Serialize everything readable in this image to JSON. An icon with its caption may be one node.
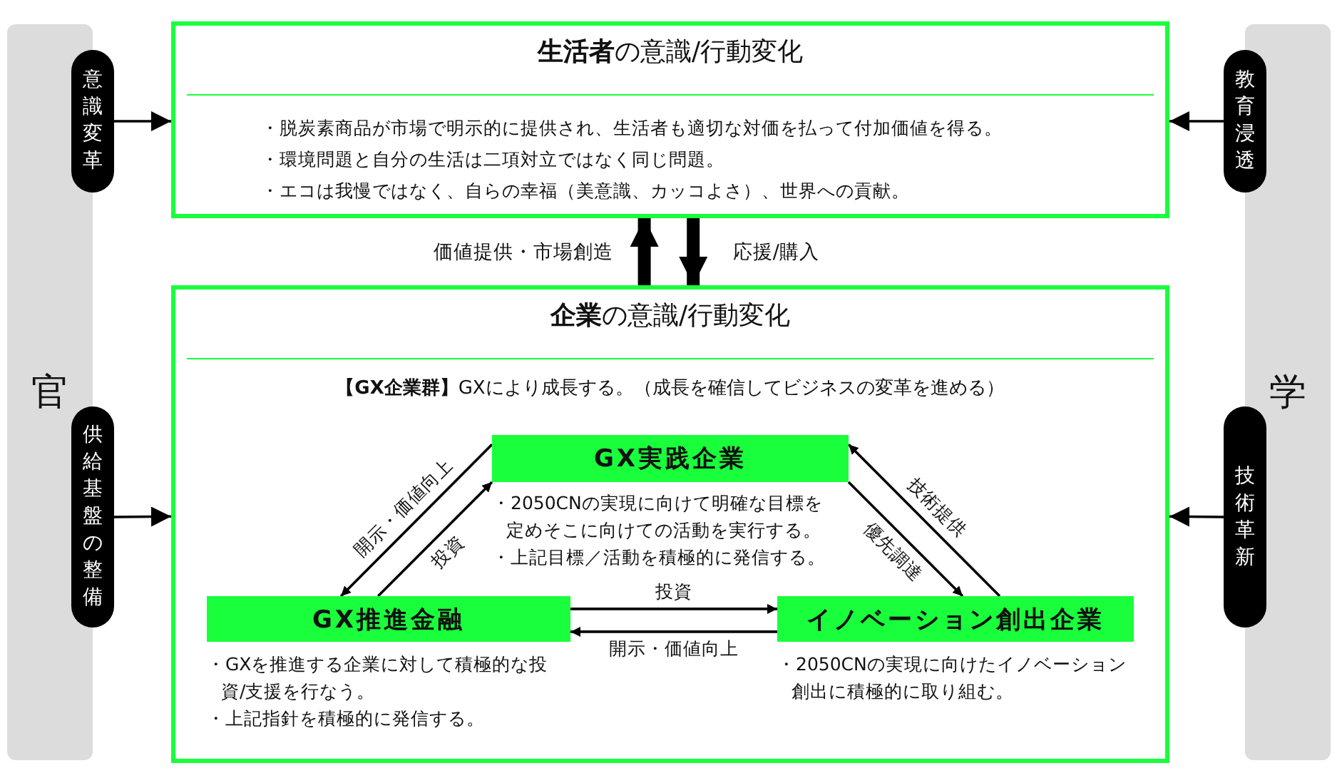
{
  "diagram": {
    "nodes": [
      {
        "text": [
          "官"
        ]
      },
      {
        "text": [
          "意識変革"
        ]
      },
      {
        "text": [
          "供給基盤の整備"
        ]
      },
      {
        "text": [
          "学"
        ]
      },
      {
        "text": [
          "教育浸透"
        ]
      },
      {
        "text": [
          "技術革新"
        ]
      },
      {
        "text": [
          "**生活者**の意識/行動変化",
          "・脱炭素商品が市場で明示的に提供され、生活者も適切な対価を払って付加価値を得る。",
          "・環境問題と自分の生活は二項対立ではなく同じ問題。",
          "・エコは我慢ではなく、自らの幸福（美意識、カッコよさ）、世界への貢献。"
        ]
      },
      {
        "text": [
          "**企業**の意識/行動変化",
          "**【GX企業群】**GXにより成長する。（成長を確信してビジネスの変革を進める）"
        ]
      },
      {
        "text": [
          "GX実践企業"
        ],
        "in": 7,
        "beside": [
          "・2050CNの実現に向けて明確な目標を定めそこに向けての活動を実行する。",
          "・上記目標／活動を積極的に発信する。"
        ]
      },
      {
        "text": [
          "GX推進金融"
        ],
        "in": 7,
        "beside": [
          "・GXを推進する企業に対して積極的な投資/支援を行なう。",
          "・上記指針を積極的に発信する。"
        ]
      },
      {
        "text": [
          "イノベーション創出企業"
        ],
        "in": 7,
        "beside": [
          "・2050CNの実現に向けたイノベーション創出に積極的に取り組む。"
        ]
      }
    ],
    "edges": [
      {
        "from": 1,
        "to": 6,
        "arrow": "to"
      },
      {
        "from": 2,
        "to": 7,
        "arrow": "to"
      },
      {
        "from": 4,
        "to": 6,
        "arrow": "to"
      },
      {
        "from": 5,
        "to": 7,
        "arrow": "to"
      },
      {
        "from": 7,
        "to": 6,
        "arrow": "to",
        "label": "価値提供・市場創造",
        "style": "thick"
      },
      {
        "from": 6,
        "to": 7,
        "arrow": "to",
        "label": "応援/購入",
        "style": "thick"
      },
      {
        "from": 9,
        "to": 8,
        "arrow": "to",
        "label": "投資"
      },
      {
        "from": 8,
        "to": 9,
        "arrow": "to",
        "label": "開示・価値向上"
      },
      {
        "from": 10,
        "to": 8,
        "arrow": "to",
        "label": "技術提供"
      },
      {
        "from": 8,
        "to": 10,
        "arrow": "to",
        "label": "優先調達"
      },
      {
        "from": 9,
        "to": 10,
        "arrow": "to",
        "label": "投資"
      },
      {
        "from": 10,
        "to": 9,
        "arrow": "to",
        "label": "開示・価値向上"
      }
    ]
  }
}
